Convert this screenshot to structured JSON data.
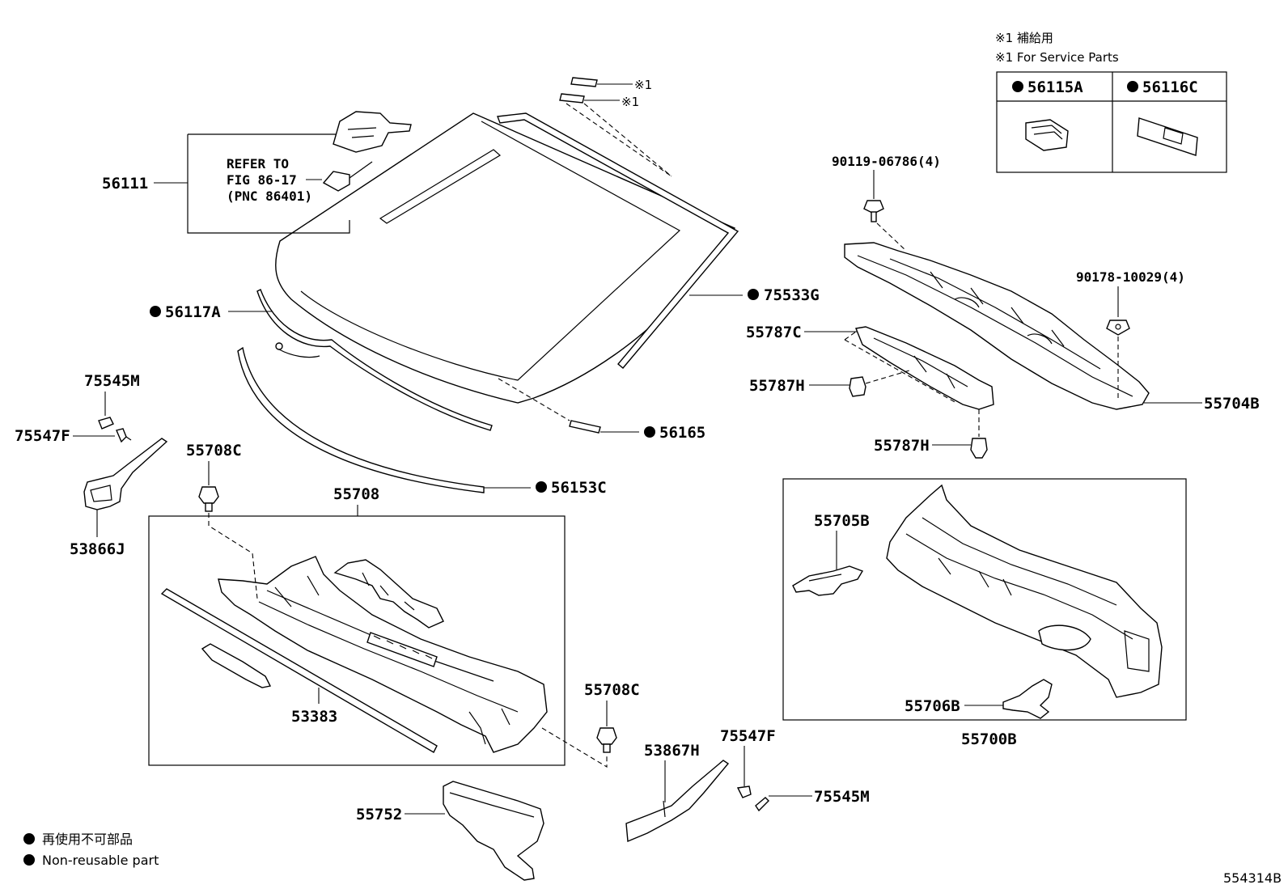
{
  "diagram_id": "554314B",
  "legend": {
    "marker": "●",
    "line1": "再使用不可部品",
    "line2": "Non-reusable part"
  },
  "service_note": {
    "line1": "※1 補給用",
    "line2": "※1 For Service Parts",
    "part_a": "56115A",
    "part_b": "56116C"
  },
  "refer": {
    "line1": "REFER TO",
    "line2": "FIG 86-17",
    "line3": "(PNC 86401)"
  },
  "service_marks": {
    "mark1": "※1",
    "mark2": "※1"
  },
  "labels": {
    "p56111": "56111",
    "p56117A": "56117A",
    "p75533G": "75533G",
    "p56165": "56165",
    "p56153C": "56153C",
    "p90119": "90119-06786(4)",
    "p90178": "90178-10029(4)",
    "p55787C": "55787C",
    "p55787H_a": "55787H",
    "p55787H_b": "55787H",
    "p55704B": "55704B",
    "p75545M_a": "75545M",
    "p75547F_a": "75547F",
    "p53866J": "53866J",
    "p55708C_a": "55708C",
    "p55708": "55708",
    "p53383": "53383",
    "p55708C_b": "55708C",
    "p53867H": "53867H",
    "p75547F_b": "75547F",
    "p75545M_b": "75545M",
    "p55752": "55752",
    "p55705B": "55705B",
    "p55706B": "55706B",
    "p55700B": "55700B"
  }
}
